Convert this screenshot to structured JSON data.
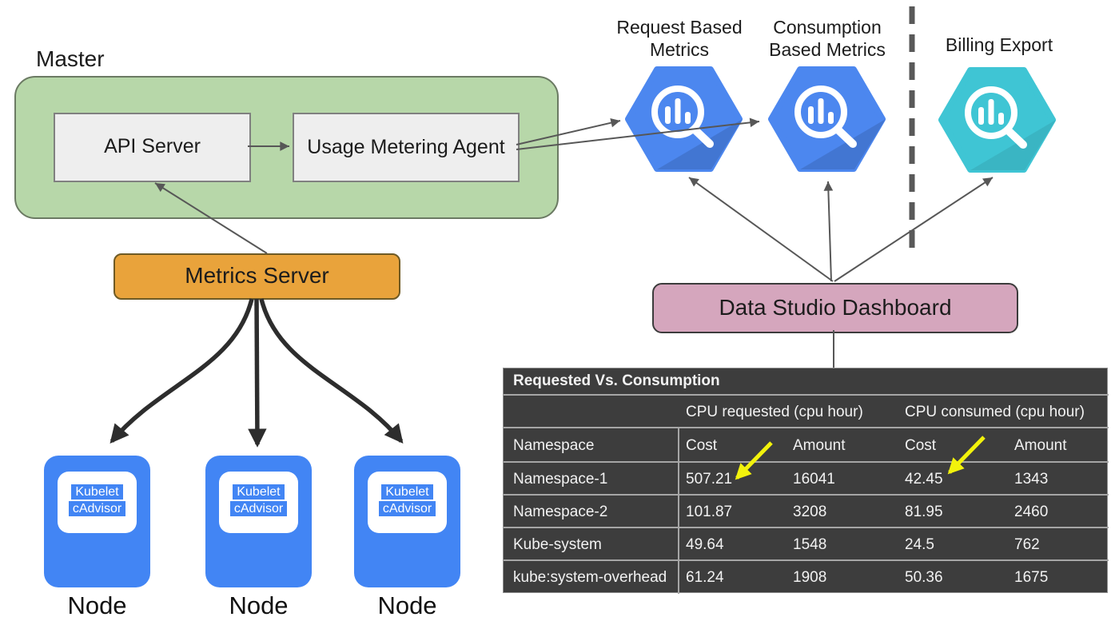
{
  "master": {
    "label": "Master",
    "api_server": "API Server",
    "agent": "Usage Metering Agent"
  },
  "metrics_server": {
    "label": "Metrics Server"
  },
  "node": {
    "label": "Node",
    "kubelet": "Kubelet",
    "cadvisor": "cAdvisor"
  },
  "bigquery": {
    "request": {
      "line1": "Request Based",
      "line2": "Metrics"
    },
    "consumption": {
      "line1": "Consumption",
      "line2": "Based Metrics"
    },
    "billing": {
      "line1": "Billing Export"
    }
  },
  "data_studio": {
    "label": "Data Studio Dashboard"
  },
  "table": {
    "title": "Requested Vs. Consumption",
    "groups": [
      "CPU requested (cpu hour)",
      "CPU consumed (cpu hour)"
    ],
    "columns": [
      "Namespace",
      "Cost",
      "Amount",
      "Cost",
      "Amount"
    ],
    "rows": [
      [
        "Namespace-1",
        "507.21",
        "16041",
        "42.45",
        "1343"
      ],
      [
        "Namespace-2",
        "101.87",
        "3208",
        "81.95",
        "2460"
      ],
      [
        "Kube-system",
        "49.64",
        "1548",
        "24.5",
        "762"
      ],
      [
        "kube:system-overhead",
        "61.24",
        "1908",
        "50.36",
        "1675"
      ]
    ],
    "highlighted_values": [
      "507.21",
      "42.45"
    ]
  },
  "colors": {
    "master_green": "#b7d7a9",
    "inner_gray": "#eeeeee",
    "metrics_orange": "#e9a33b",
    "node_blue": "#4285f4",
    "bigquery_blue": "#4c87ef",
    "bigquery_teal": "#3fc5d4",
    "dashboard_pink": "#d5a6bd",
    "table_bg": "#3d3d3d",
    "highlight_yellow": "#f2f20c",
    "connector_gray": "#575757",
    "thick_arrow_black": "#2d2d2d"
  }
}
